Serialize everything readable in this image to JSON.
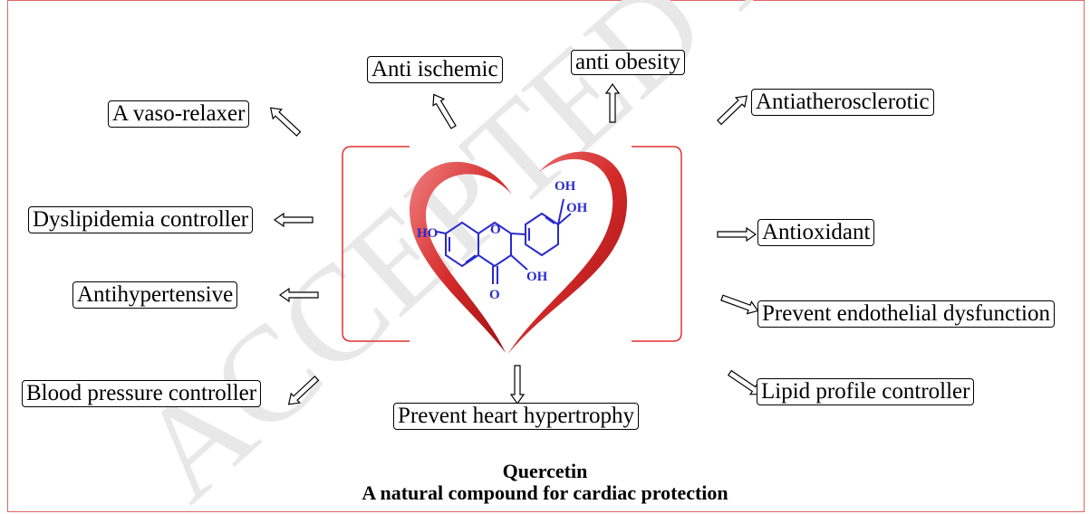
{
  "watermark": "ACCEPTED MANUSCRIPT",
  "effects": {
    "anti_ischemic": "Anti ischemic",
    "anti_obesity": "anti obesity",
    "vaso_relaxer": "A vaso-relaxer",
    "antiatherosclerotic": "Antiatherosclerotic",
    "dyslipidemia": "Dyslipidemia controller",
    "antioxidant": "Antioxidant",
    "antihypertensive": "Antihypertensive",
    "endothelial": "Prevent endothelial dysfunction",
    "blood_pressure": "Blood pressure controller",
    "lipid_profile": "Lipid profile controller",
    "hypertrophy": "Prevent heart hypertrophy"
  },
  "molecule": {
    "oh_top1": "OH",
    "oh_top2": "OH",
    "ho_left": "HO",
    "oh_bottom": "OH",
    "o_ring": "O",
    "o_keto": "O"
  },
  "caption": {
    "title": "Quercetin",
    "subtitle": "A natural compound for cardiac protection"
  },
  "colors": {
    "heart": "#d42a2a",
    "molecule": "#2a2acc",
    "bracket": "#e03030",
    "frame": "#e06666"
  }
}
